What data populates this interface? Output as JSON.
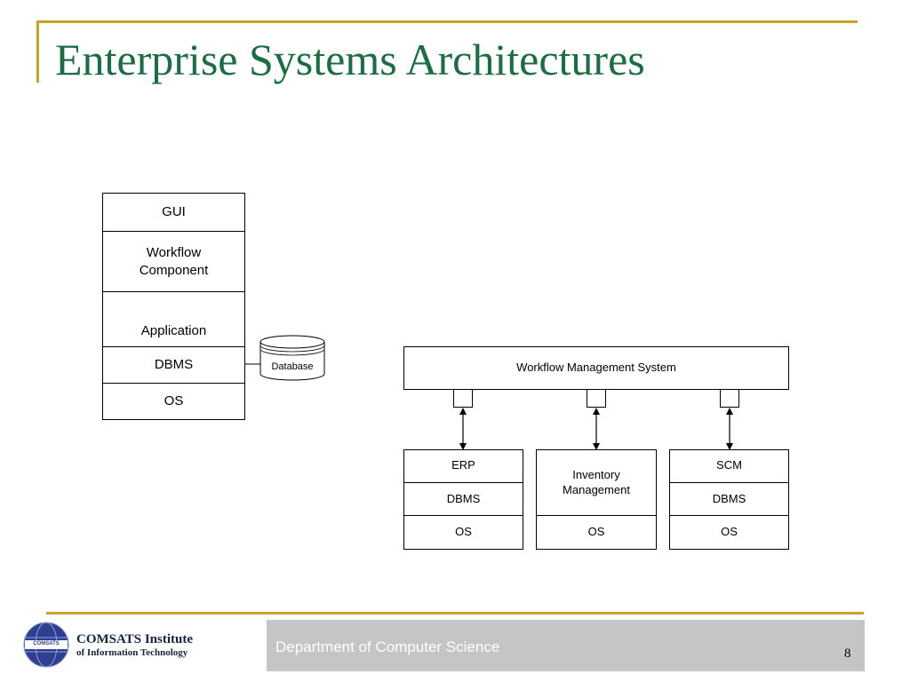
{
  "slide": {
    "title": "Enterprise Systems Architectures",
    "page_number": "8"
  },
  "left_stack": {
    "gui": "GUI",
    "workflow": "Workflow\nComponent",
    "application": "Application",
    "dbms": "DBMS",
    "os": "OS",
    "database": "Database"
  },
  "right_diagram": {
    "wfms": "Workflow Management System",
    "erp": {
      "app": "ERP",
      "dbms": "DBMS",
      "os": "OS"
    },
    "inventory": {
      "app": "Inventory\nManagement",
      "os": "OS"
    },
    "scm": {
      "app": "SCM",
      "dbms": "DBMS",
      "os": "OS"
    }
  },
  "footer": {
    "department": "Department of Computer Science",
    "logo_line1": "COMSATS Institute",
    "logo_line2": "of Information Technology",
    "logo_badge": "COMSATS"
  },
  "colors": {
    "title": "#1a6e44",
    "accent_rule": "#c9a22a",
    "footer_bar": "#c5c5c5"
  }
}
